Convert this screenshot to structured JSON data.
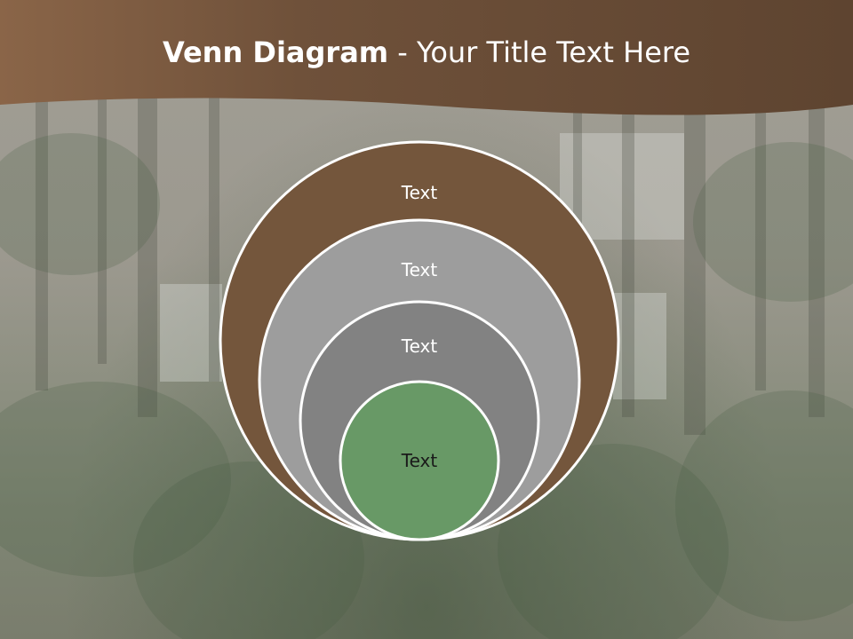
{
  "slide": {
    "title_bold": "Venn Diagram",
    "title_rest": " - Your Title Text Here"
  },
  "diagram": {
    "circles": [
      {
        "label": "Text",
        "fill": "#74563c",
        "text_color": "#ffffff"
      },
      {
        "label": "Text",
        "fill": "#9d9d9d",
        "text_color": "#ffffff"
      },
      {
        "label": "Text",
        "fill": "#828282",
        "text_color": "#ffffff"
      },
      {
        "label": "Text",
        "fill": "#689966",
        "text_color": "#1a1a1a"
      }
    ],
    "outline_color": "#ffffff"
  },
  "colors": {
    "header_brown": "#5e4430",
    "header_light": "#8a6548"
  }
}
